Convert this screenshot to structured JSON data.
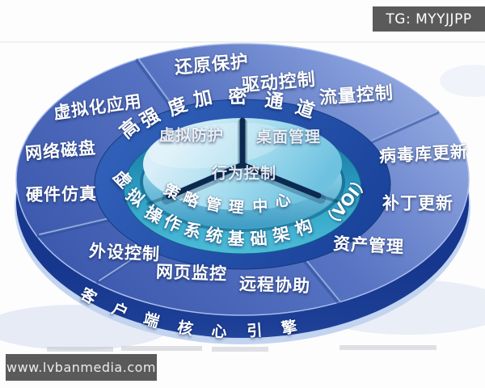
{
  "watermarks": {
    "tg_badge": "TG: MYYJJPP",
    "site_badge": "www.lvbanmedia.com"
  },
  "diagram": {
    "center_pie": {
      "left": "虚拟防护",
      "right": "桌面管理",
      "bottom": "行为控制"
    },
    "inner_ring_arc": {
      "text": "策略管理中心",
      "chars": [
        "策",
        "略",
        "管",
        "理",
        "中",
        "心"
      ]
    },
    "voi_label": "（VOI）",
    "middle_ring_top_arc": {
      "text": "高强度加密通道",
      "chars": [
        "高",
        "强",
        "度",
        "加",
        "密",
        "通",
        "道"
      ]
    },
    "middle_ring_bottom_arc": {
      "text": "虚拟操作系统基础架构",
      "chars": [
        "虚",
        "拟",
        "操",
        "作",
        "系",
        "统",
        "基",
        "础",
        "架",
        "构"
      ]
    },
    "outer_bottom_arc": {
      "text": "客户端核心引擎",
      "chars": [
        "客",
        "户",
        "端",
        "核",
        "心",
        "引",
        "擎"
      ]
    },
    "outer_labels": [
      {
        "id": "restore-protection",
        "text": "还原保护"
      },
      {
        "id": "drive-control",
        "text": "驱动控制"
      },
      {
        "id": "traffic-control",
        "text": "流量控制"
      },
      {
        "id": "virus-db-update",
        "text": "病毒库更新"
      },
      {
        "id": "patch-update",
        "text": "补丁更新"
      },
      {
        "id": "asset-management",
        "text": "资产管理"
      },
      {
        "id": "remote-assist",
        "text": "远程协助"
      },
      {
        "id": "web-monitor",
        "text": "网页监控"
      },
      {
        "id": "peripheral-control",
        "text": "外设控制"
      },
      {
        "id": "hardware-sim",
        "text": "硬件仿真"
      },
      {
        "id": "network-disk",
        "text": "网络磁盘"
      },
      {
        "id": "virtualization-apps",
        "text": "虚拟化应用"
      }
    ],
    "colors": {
      "outer_ring": "#5571c0",
      "middle_ring": "#2a56ae",
      "inner_teal_ring": "#2ea2c4",
      "pie_top": "#aadcee",
      "divider": "#0c2a50",
      "donut_side": "#1d3f96",
      "badge_bg": "#5a5a5a",
      "label_text": "#ffffff"
    }
  }
}
